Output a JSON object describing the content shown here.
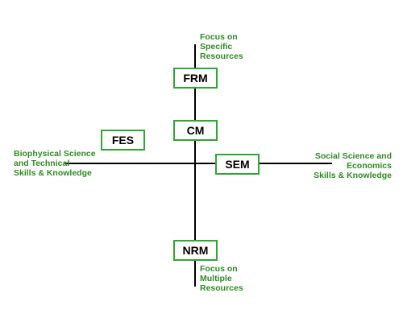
{
  "colors": {
    "axis": "#000000",
    "box_border": "#2ea82e",
    "label_text": "#2e8b22",
    "box_text": "#000000",
    "background": "#ffffff"
  },
  "boxes": {
    "frm": "FRM",
    "cm": "CM",
    "fes": "FES",
    "sem": "SEM",
    "nrm": "NRM"
  },
  "labels": {
    "top": [
      "Focus on",
      "Specific",
      "Resources"
    ],
    "bottom": [
      "Focus on",
      "Multiple",
      "Resources"
    ],
    "left": [
      "Biophysical Science",
      "and Technical",
      "Skills & Knowledge"
    ],
    "right": [
      "Social Science and",
      "Economics",
      "Skills & Knowledge"
    ]
  }
}
